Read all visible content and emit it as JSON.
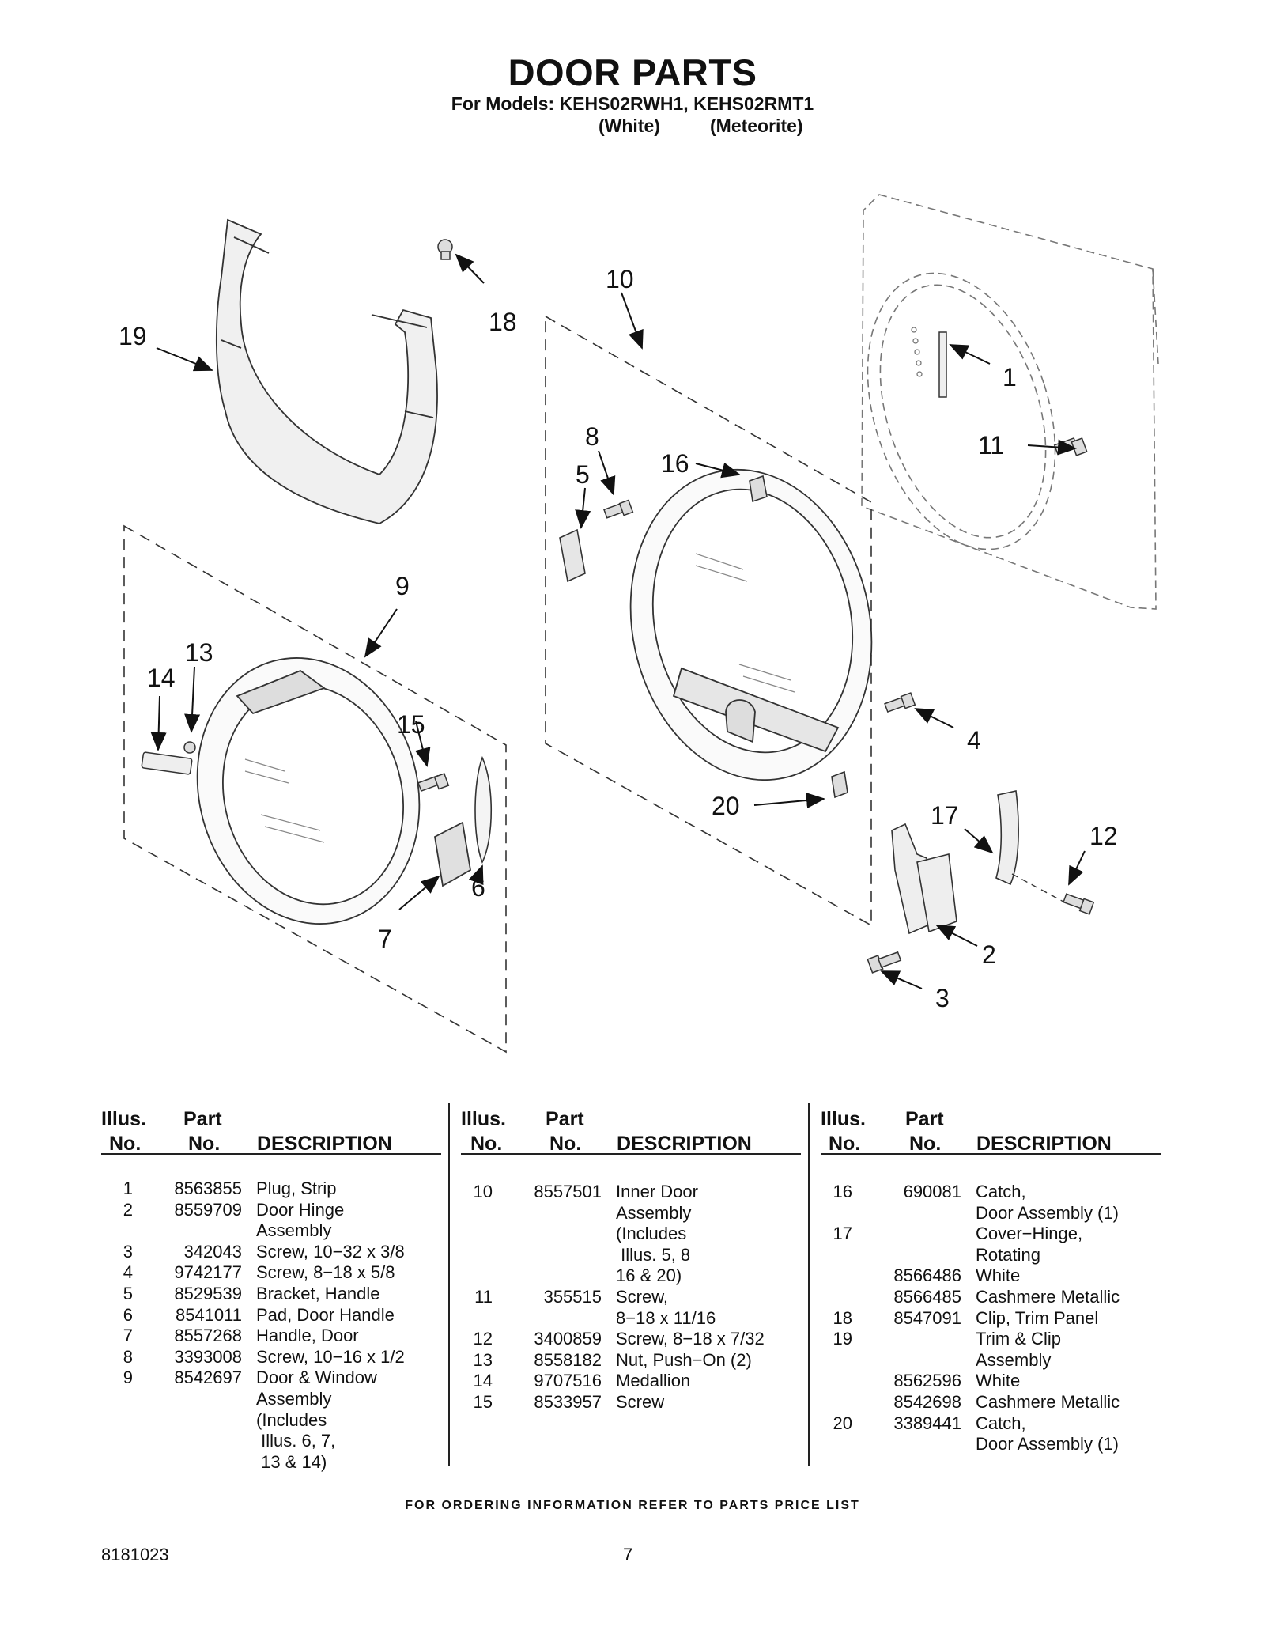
{
  "header": {
    "title": "DOOR PARTS",
    "models": "For Models: KEHS02RWH1, KEHS02RMT1",
    "color_white": "(White)",
    "color_meteorite": "(Meteorite)"
  },
  "diagram": {
    "callouts": [
      "1",
      "2",
      "3",
      "4",
      "5",
      "6",
      "7",
      "8",
      "9",
      "10",
      "11",
      "12",
      "13",
      "14",
      "15",
      "16",
      "17",
      "18",
      "19",
      "20"
    ]
  },
  "table": {
    "header_illus": "Illus.",
    "header_part": "Part",
    "header_no": "No.",
    "header_description": "DESCRIPTION",
    "columns": [
      [
        {
          "illus": "1",
          "part": "8563855",
          "desc": "Plug, Strip"
        },
        {
          "illus": "2",
          "part": "8559709",
          "desc": "Door Hinge"
        },
        {
          "illus": "",
          "part": "",
          "desc": "Assembly"
        },
        {
          "illus": "3",
          "part": "342043",
          "desc": "Screw, 10−32 x 3/8"
        },
        {
          "illus": "4",
          "part": "9742177",
          "desc": "Screw, 8−18 x 5/8"
        },
        {
          "illus": "5",
          "part": "8529539",
          "desc": "Bracket, Handle"
        },
        {
          "illus": "6",
          "part": "8541011",
          "desc": "Pad, Door Handle"
        },
        {
          "illus": "7",
          "part": "8557268",
          "desc": "Handle, Door"
        },
        {
          "illus": "8",
          "part": "3393008",
          "desc": "Screw, 10−16 x 1/2"
        },
        {
          "illus": "9",
          "part": "8542697",
          "desc": "Door & Window"
        },
        {
          "illus": "",
          "part": "",
          "desc": "Assembly"
        },
        {
          "illus": "",
          "part": "",
          "desc": "(Includes"
        },
        {
          "illus": "",
          "part": "",
          "desc": " Illus. 6, 7,"
        },
        {
          "illus": "",
          "part": "",
          "desc": " 13 & 14)"
        }
      ],
      [
        {
          "illus": "10",
          "part": "8557501",
          "desc": "Inner Door"
        },
        {
          "illus": "",
          "part": "",
          "desc": "Assembly"
        },
        {
          "illus": "",
          "part": "",
          "desc": "(Includes"
        },
        {
          "illus": "",
          "part": "",
          "desc": " Illus. 5, 8"
        },
        {
          "illus": "",
          "part": "",
          "desc": "16 & 20)"
        },
        {
          "illus": "11",
          "part": "355515",
          "desc": "Screw,"
        },
        {
          "illus": "",
          "part": "",
          "desc": "8−18 x 11/16"
        },
        {
          "illus": "12",
          "part": "3400859",
          "desc": "Screw, 8−18 x 7/32"
        },
        {
          "illus": "13",
          "part": "8558182",
          "desc": "Nut, Push−On (2)"
        },
        {
          "illus": "14",
          "part": "9707516",
          "desc": "Medallion"
        },
        {
          "illus": "15",
          "part": "8533957",
          "desc": "Screw"
        }
      ],
      [
        {
          "illus": "16",
          "part": "690081",
          "desc": "Catch,"
        },
        {
          "illus": "",
          "part": "",
          "desc": "Door Assembly (1)"
        },
        {
          "illus": "17",
          "part": "",
          "desc": "Cover−Hinge,"
        },
        {
          "illus": "",
          "part": "",
          "desc": "Rotating"
        },
        {
          "illus": "",
          "part": "8566486",
          "desc": "White"
        },
        {
          "illus": "",
          "part": "8566485",
          "desc": "Cashmere Metallic"
        },
        {
          "illus": "18",
          "part": "8547091",
          "desc": "Clip, Trim Panel"
        },
        {
          "illus": "19",
          "part": "",
          "desc": "Trim & Clip"
        },
        {
          "illus": "",
          "part": "",
          "desc": "Assembly"
        },
        {
          "illus": "",
          "part": "8562596",
          "desc": "White"
        },
        {
          "illus": "",
          "part": "8542698",
          "desc": "Cashmere Metallic"
        },
        {
          "illus": "20",
          "part": "3389441",
          "desc": "Catch,"
        },
        {
          "illus": "",
          "part": "",
          "desc": "Door Assembly (1)"
        }
      ]
    ]
  },
  "footer": {
    "ordering_note": "FOR ORDERING INFORMATION REFER TO PARTS PRICE LIST",
    "doc_number": "8181023",
    "page_number": "7"
  }
}
